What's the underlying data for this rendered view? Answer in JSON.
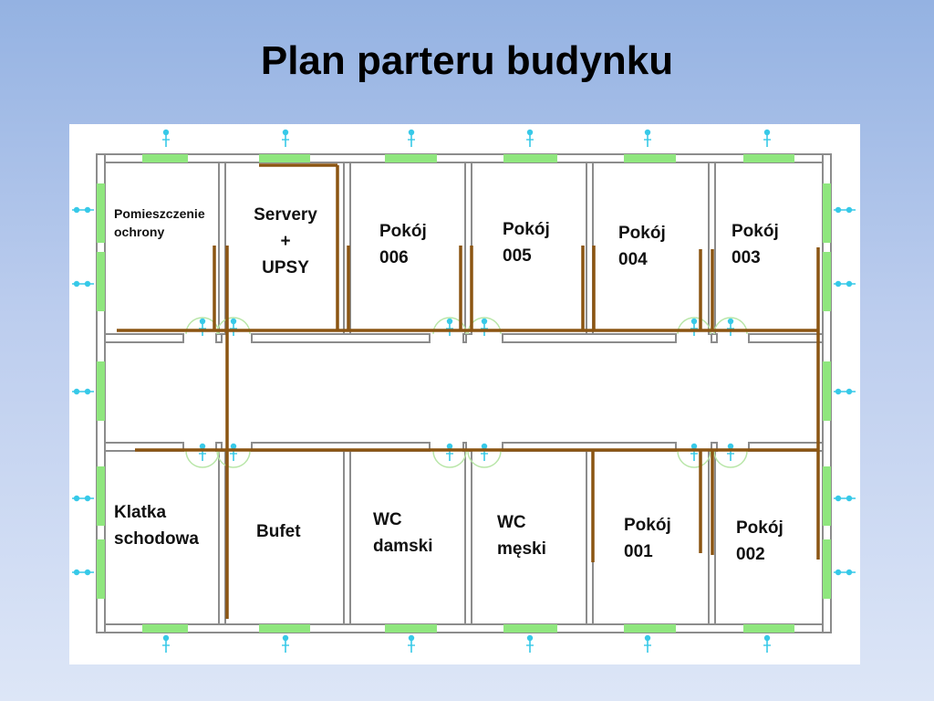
{
  "slide": {
    "title": "Plan parteru budynku"
  },
  "floor_plan": {
    "colors": {
      "wall_fill": "#ffffff",
      "wall_stroke": "#8c8c8c",
      "window": "#8fe67e",
      "door_swing": "#b8e6a8",
      "cable_run": "#8b5512",
      "sensor_icon": "#37c9e8"
    },
    "rooms": [
      {
        "id": "security",
        "label": "Pomieszczenie\nochrony"
      },
      {
        "id": "servers",
        "label": "Servery\n+\nUPSY"
      },
      {
        "id": "room-006",
        "label": "Pokój\n006"
      },
      {
        "id": "room-005",
        "label": "Pokój\n005"
      },
      {
        "id": "room-004",
        "label": "Pokój\n004"
      },
      {
        "id": "room-003",
        "label": "Pokój\n003"
      },
      {
        "id": "stairwell",
        "label": "Klatka\nschodowa"
      },
      {
        "id": "buffet",
        "label": "Bufet"
      },
      {
        "id": "wc-women",
        "label": "WC\ndamski"
      },
      {
        "id": "wc-men",
        "label": "WC\nmęski"
      },
      {
        "id": "room-001",
        "label": "Pokój\n001"
      },
      {
        "id": "room-002",
        "label": "Pokój\n002"
      }
    ]
  }
}
